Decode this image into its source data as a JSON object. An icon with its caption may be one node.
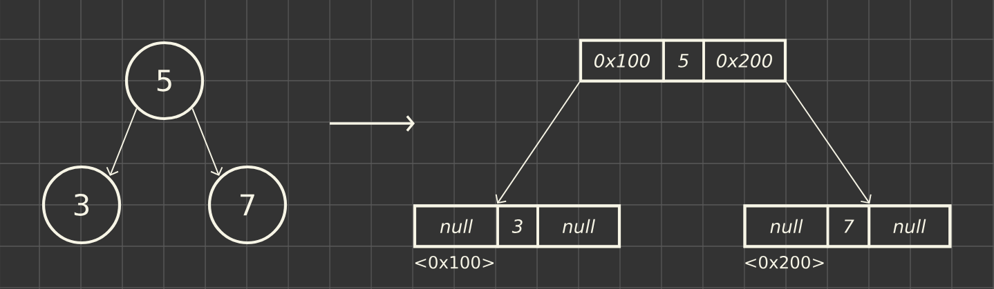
{
  "diagram": {
    "nodes": [
      {
        "text": [
          "5"
        ]
      },
      {
        "text": [
          "3"
        ]
      },
      {
        "text": [
          "7"
        ]
      },
      {
        "text": [],
        "shape": "box"
      },
      {
        "text": [
          "0x100"
        ],
        "in": 3
      },
      {
        "text": [
          "5"
        ],
        "in": 3
      },
      {
        "text": [
          "0x200"
        ],
        "in": 3
      },
      {
        "text": [],
        "shape": "box",
        "beside": [
          "<0x100>"
        ]
      },
      {
        "text": [
          "null"
        ],
        "in": 7
      },
      {
        "text": [
          "3"
        ],
        "in": 7
      },
      {
        "text": [
          "null"
        ],
        "in": 7
      },
      {
        "text": [],
        "shape": "box",
        "beside": [
          "<0x200>"
        ]
      },
      {
        "text": [
          "null"
        ],
        "in": 11
      },
      {
        "text": [
          "7"
        ],
        "in": 11
      },
      {
        "text": [
          "null"
        ],
        "in": 11
      }
    ],
    "edges": [
      {
        "from": 0,
        "to": 1,
        "arrow": "to"
      },
      {
        "from": 0,
        "to": 2,
        "arrow": "to"
      },
      {
        "from": 4,
        "to": 9,
        "arrow": "to"
      },
      {
        "from": 6,
        "to": 13,
        "arrow": "to"
      }
    ]
  }
}
